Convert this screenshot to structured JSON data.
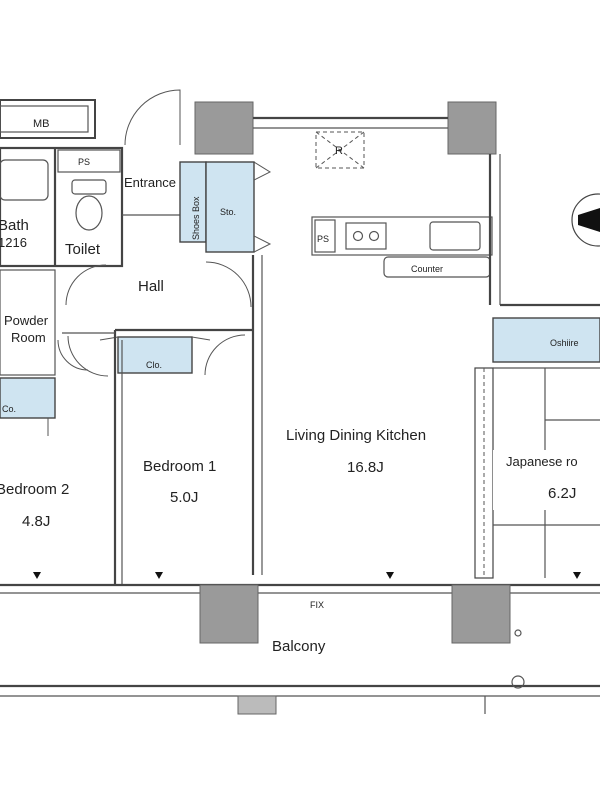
{
  "labels": {
    "mb": "MB",
    "ps_top": "PS",
    "entrance": "Entrance",
    "shoes_box": "Shoes Box",
    "sto": "Sto.",
    "r_mark": "R",
    "ps_kitchen": "PS",
    "counter": "Counter",
    "bath": "Bath",
    "bath_size": "1216",
    "toilet": "Toilet",
    "hall": "Hall",
    "powder_room_1": "Powder",
    "powder_room_2": "Room",
    "co": "Co.",
    "clo": "Clo.",
    "oshiire": "Oshiire",
    "bedroom2": "Bedroom 2",
    "bedroom2_size": "4.8J",
    "bedroom1": "Bedroom 1",
    "bedroom1_size": "5.0J",
    "ldk": "Living Dining Kitchen",
    "ldk_size": "16.8J",
    "japanese_room": "Japanese ro",
    "japanese_size": "6.2J",
    "fix": "FIX",
    "balcony": "Balcony"
  },
  "icons": {
    "north": "north-arrow-icon",
    "toilet": "toilet-icon",
    "stove": "stove-icon",
    "sink": "sink-icon"
  }
}
